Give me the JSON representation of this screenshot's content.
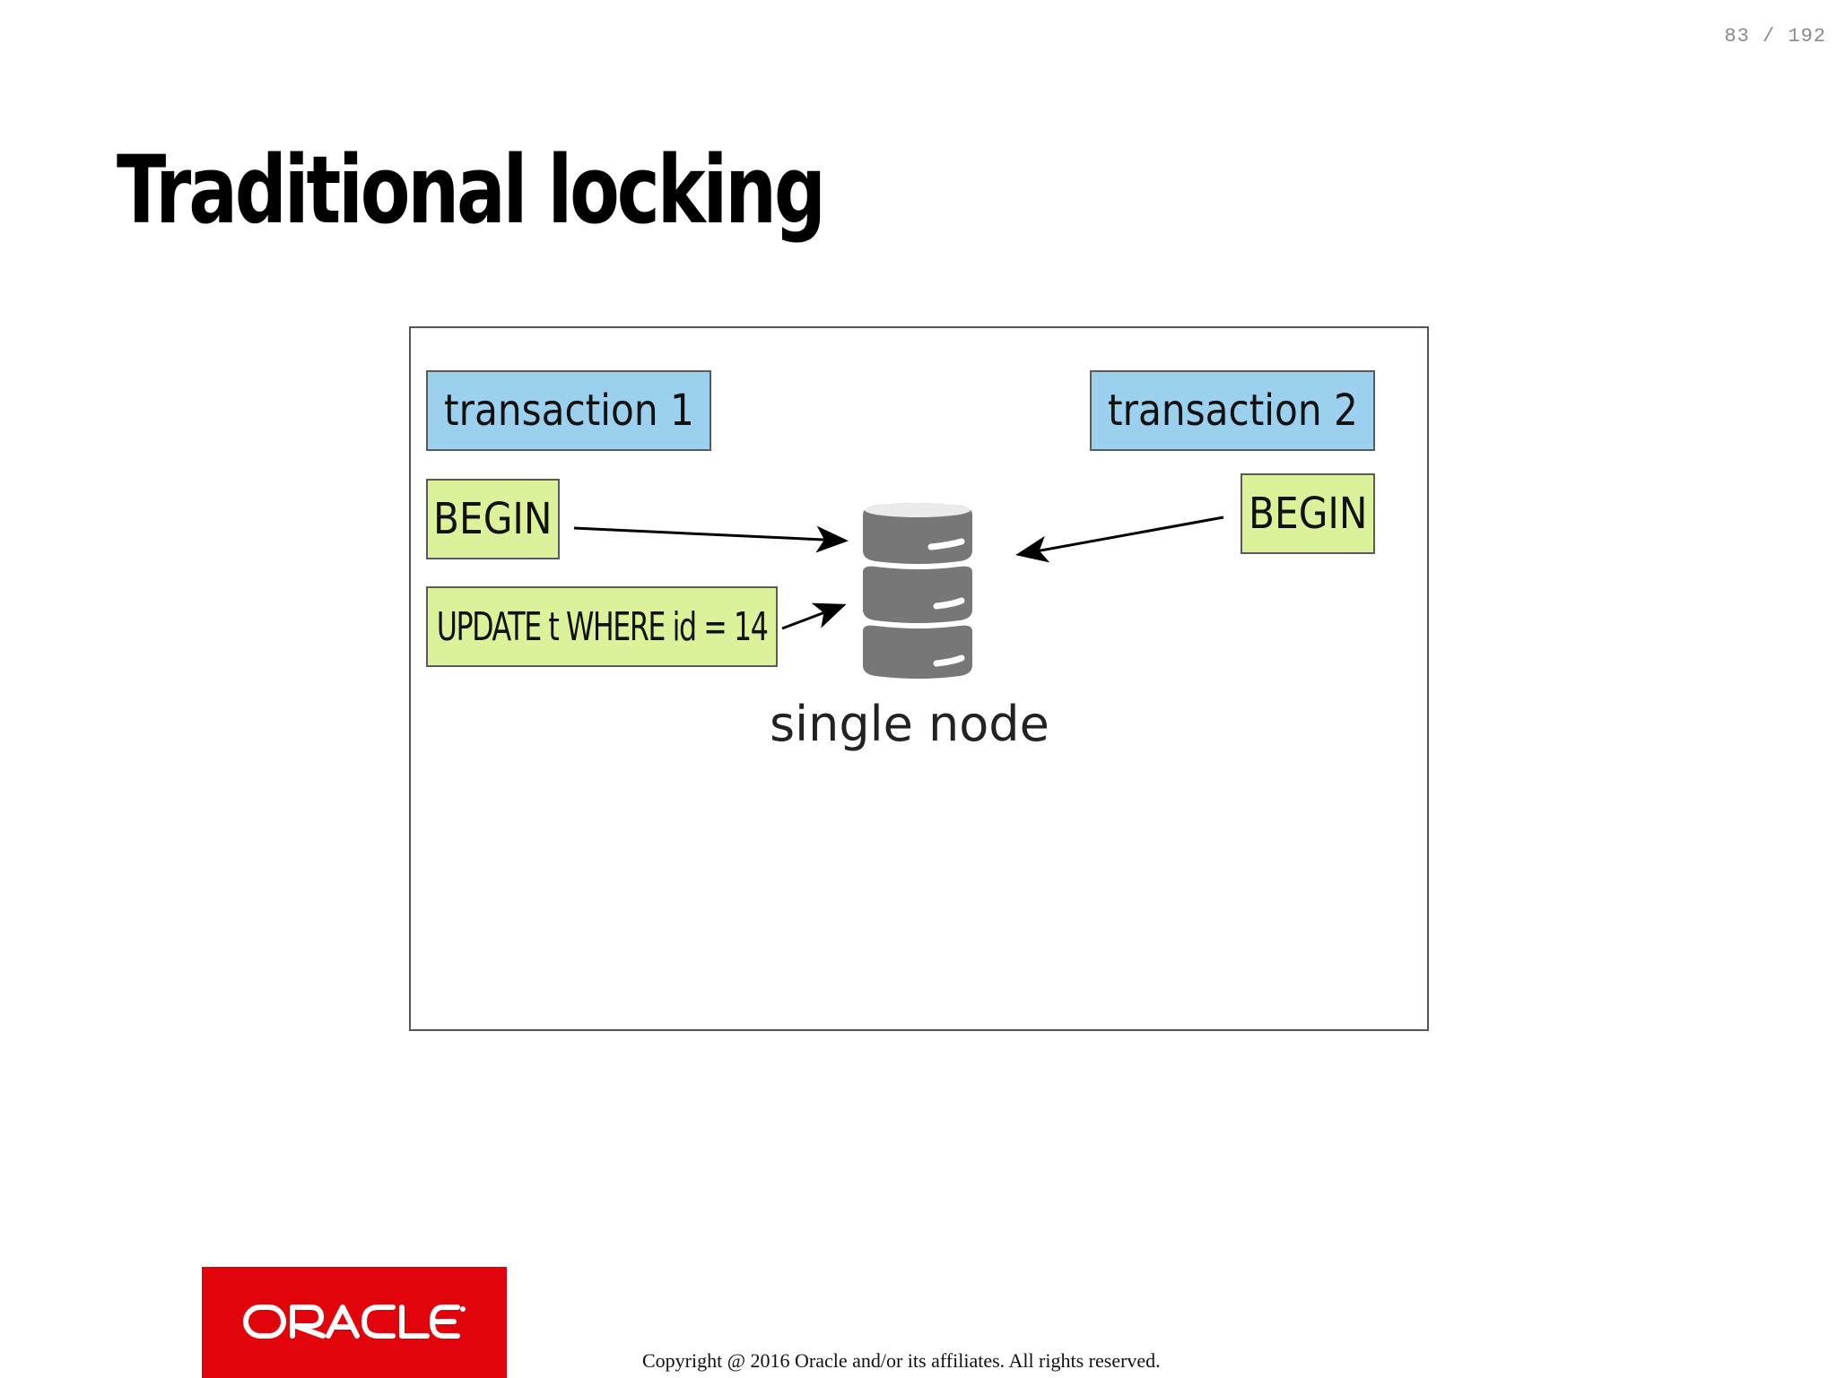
{
  "page_counter": "83 / 192",
  "slide": {
    "title": "Traditional locking"
  },
  "diagram": {
    "transaction_1": {
      "label": "transaction 1",
      "color": "#9bd1ee"
    },
    "transaction_2": {
      "label": "transaction 2",
      "color": "#9bd1ee"
    },
    "begin_1": {
      "label": "BEGIN",
      "color": "#dcf29a"
    },
    "begin_2": {
      "label": "BEGIN",
      "color": "#dcf29a"
    },
    "update_1": {
      "label": "UPDATE t WHERE id = 14",
      "color": "#dcf29a"
    },
    "node_icon": "database-icon",
    "node_label": "single node"
  },
  "footer": {
    "logo_text": "ORACLE",
    "logo_color": "#e1050b",
    "copyright": "Copyright @ 2016 Oracle and/or its affiliates. All rights reserved."
  }
}
